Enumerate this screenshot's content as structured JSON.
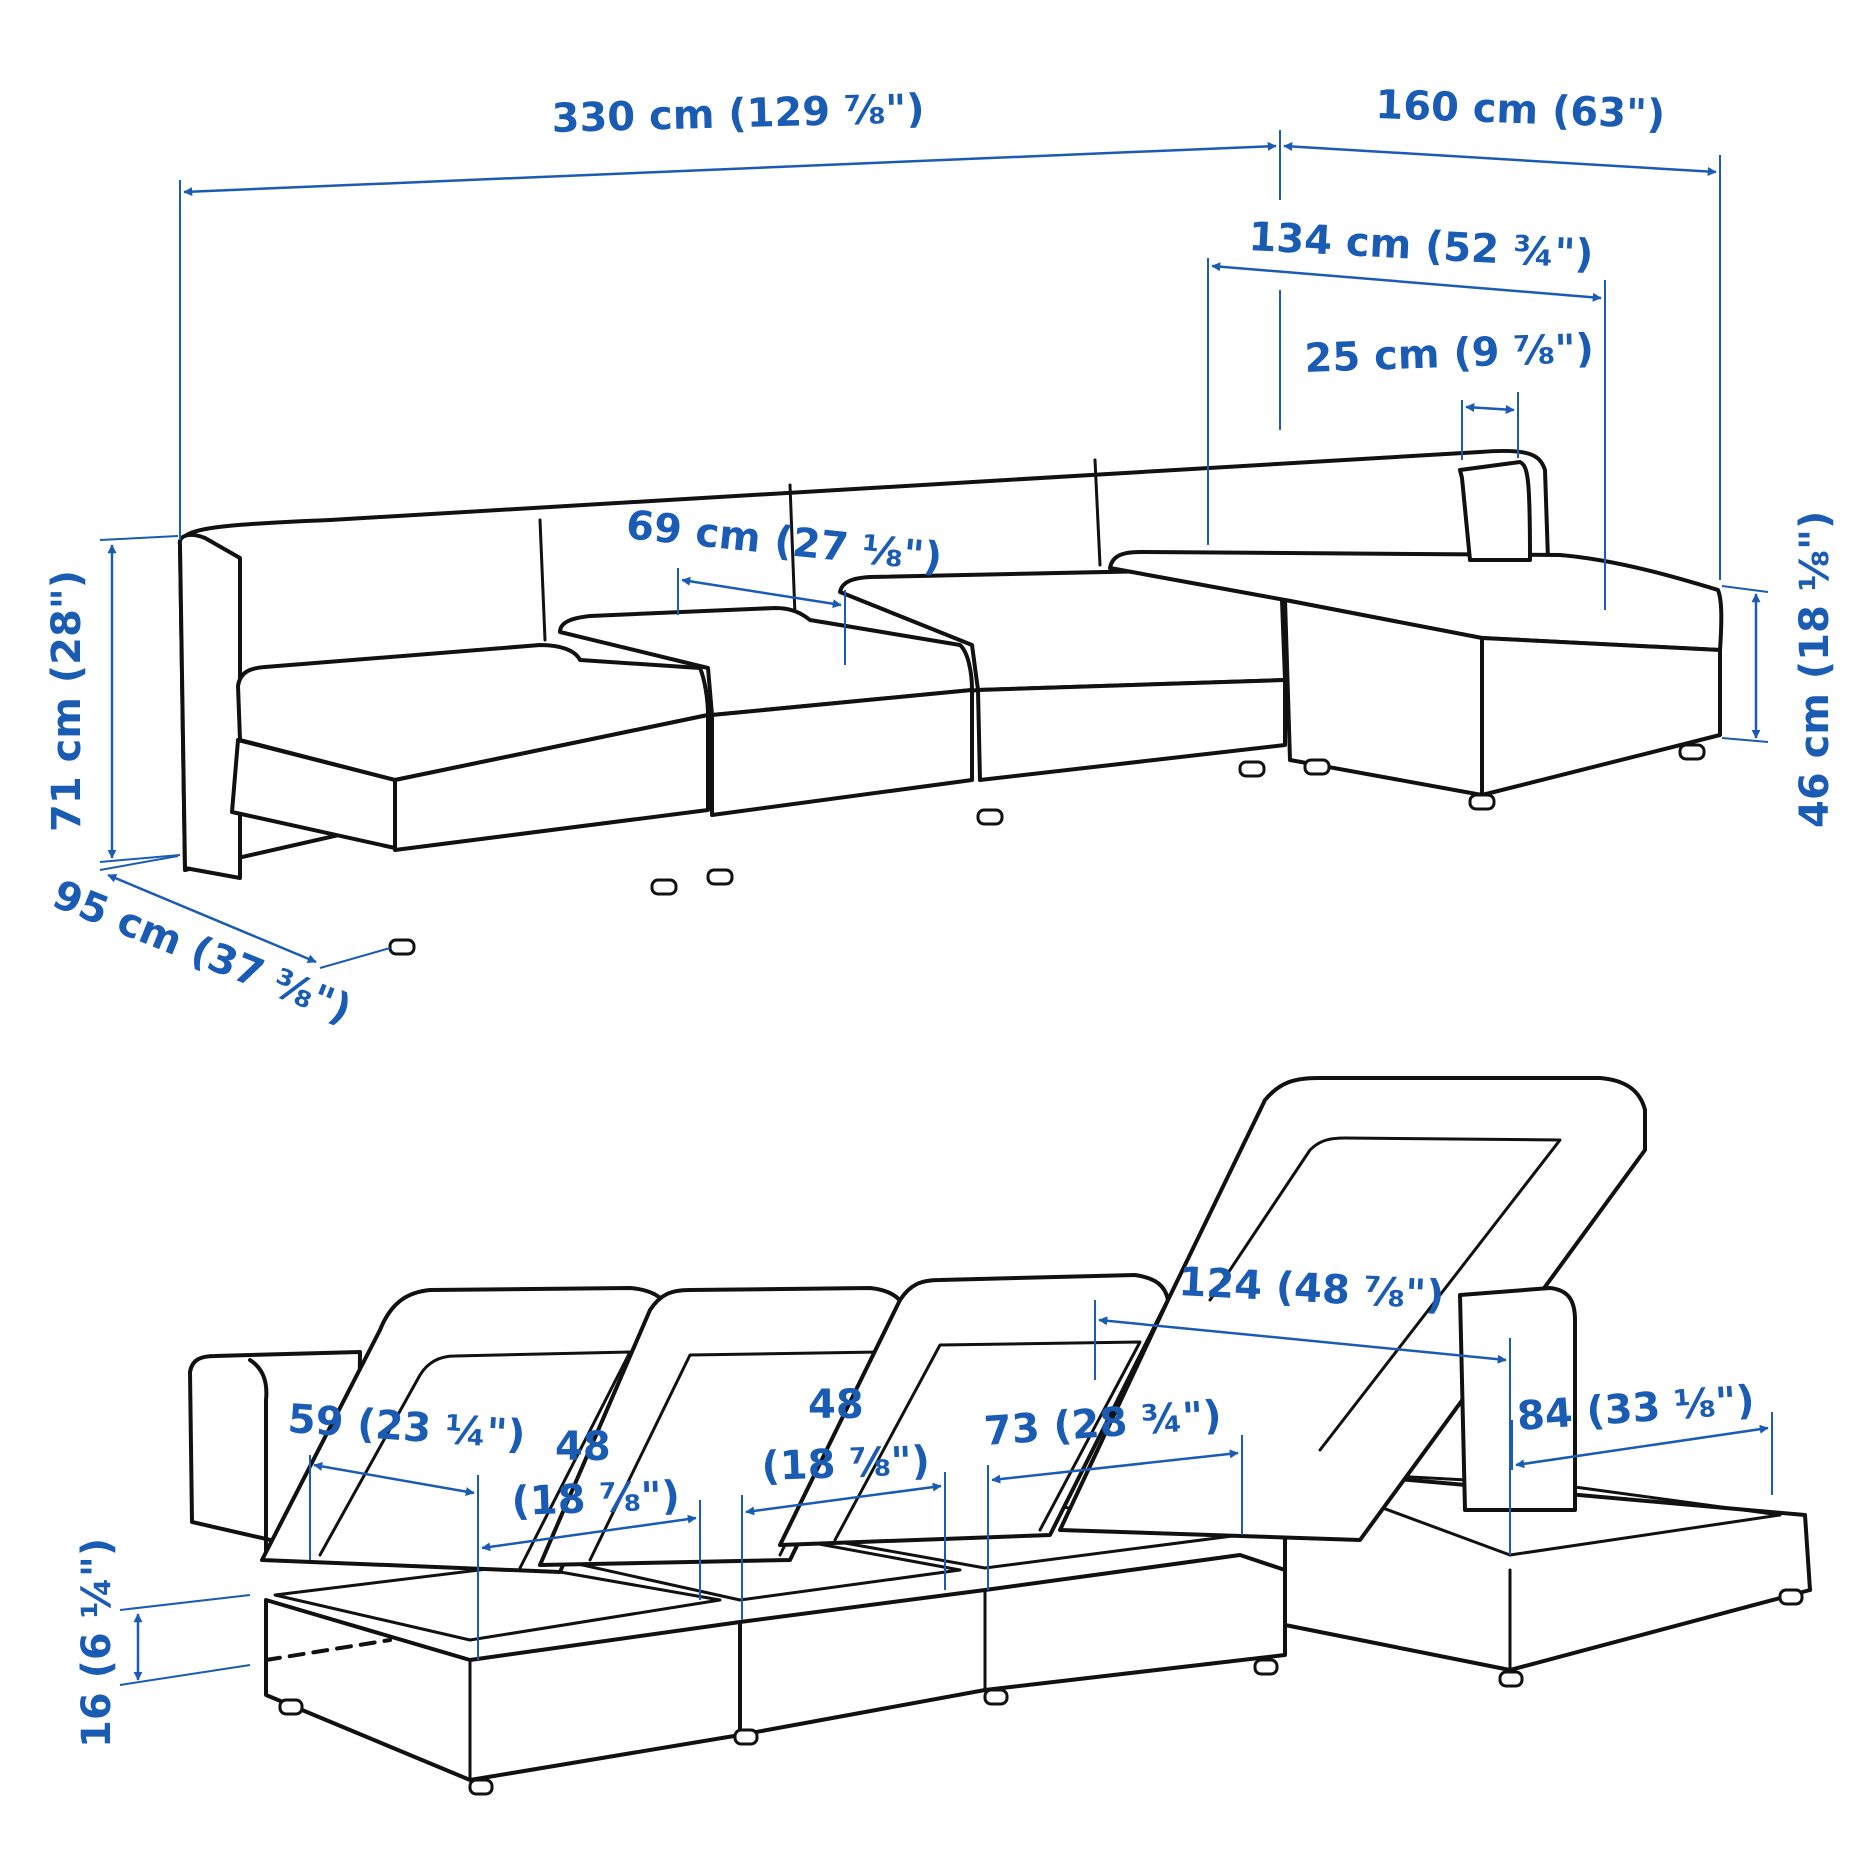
{
  "colors": {
    "dimension": "#1a5bb4",
    "outline": "#111111",
    "background": "#ffffff"
  },
  "top_view": {
    "total_width": "330 cm (129 ⅞\")",
    "chaise_width": "160 cm (63\")",
    "chaise_inner_width": "134 cm (52 ¾\")",
    "armrest_width": "25 cm (9 ⅞\")",
    "seat_depth": "69 cm (27 ⅛\")",
    "height": "71 cm (28\")",
    "depth": "95 cm (37 ⅜\")",
    "seat_height": "46 cm (18 ⅛\")"
  },
  "bottom_view": {
    "chaise_storage_length": "124 (48 ⅞\")",
    "chaise_storage_width": "84 (33 ⅛\")",
    "storage_1_width": "59 (23 ¼\")",
    "storage_2_width_line1": "48",
    "storage_2_width_line2": "(18 ⅞\")",
    "storage_3_width_line1": "48",
    "storage_3_width_line2": "(18 ⅞\")",
    "storage_4_width": "73 (28 ¾\")",
    "storage_height": "16 (6 ¼\")"
  }
}
